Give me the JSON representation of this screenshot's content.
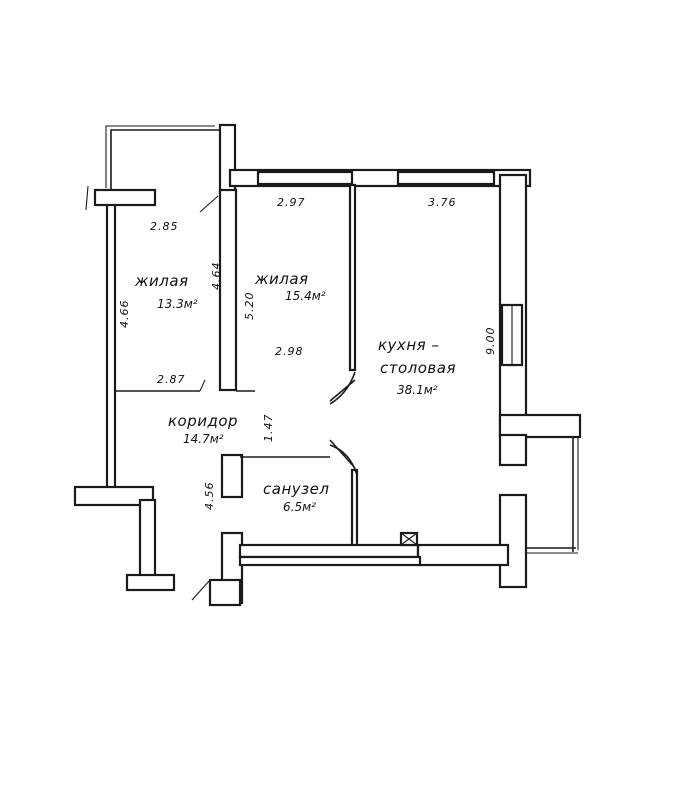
{
  "rooms": {
    "living1": {
      "name": "жилая",
      "area": "13.3м²"
    },
    "living2": {
      "name": "жилая",
      "area": "15.4м²"
    },
    "kitchen": {
      "name_line1": "кухня –",
      "name_line2": "столовая",
      "area": "38.1м²"
    },
    "corridor": {
      "name": "коридор",
      "area": "14.7м²"
    },
    "bathroom": {
      "name": "санузел",
      "area": "6.5м²"
    }
  },
  "dimensions": {
    "d_285": "2.85",
    "d_297": "2.97",
    "d_376": "3.76",
    "d_466": "4.66",
    "d_464": "4.64",
    "d_520": "5.20",
    "d_298": "2.98",
    "d_900": "9.00",
    "d_287": "2.87",
    "d_147": "1.47",
    "d_456": "4.56"
  }
}
